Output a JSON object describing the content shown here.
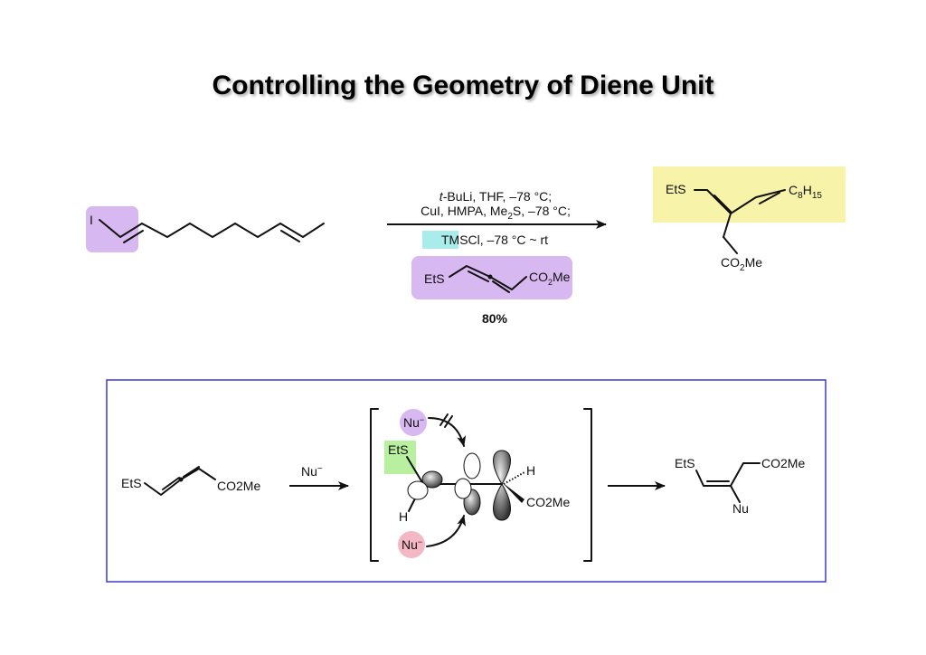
{
  "title": "Controlling the Geometry of Diene Unit",
  "top_reaction": {
    "substrate_atom": "I",
    "conditions_line1_prefix": "t",
    "conditions_line1": "-BuLi, THF, –78 °C;",
    "conditions_line2_a": "CuI, HMPA, Me",
    "conditions_line2_sub": "2",
    "conditions_line2_b": "S, –78 °C;",
    "tmscl": "TMSCl",
    "conditions_line3": ", –78 °C ~ rt",
    "reagent_ets": "EtS",
    "reagent_co2me_a": "CO",
    "reagent_co2me_sub": "2",
    "reagent_co2me_b": "Me",
    "yield": "80%",
    "product_ets": "EtS",
    "product_c": "C",
    "product_c_sub": "8",
    "product_h": "H",
    "product_h_sub": "15",
    "product_co2me_a": "CO",
    "product_co2me_sub": "2",
    "product_co2me_b": "Me"
  },
  "mechanism": {
    "start_ets": "EtS",
    "start_co2me": "CO2Me",
    "nucleophile_label": "Nu",
    "minus": "−",
    "ts_ets": "EtS",
    "ts_h_left": "H",
    "ts_h_right": "H",
    "ts_co2me": "CO2Me",
    "nu_top": "Nu",
    "nu_bottom": "Nu",
    "product_ets": "EtS",
    "product_co2me": "CO2Me",
    "product_nu": "Nu"
  },
  "colors": {
    "purple": "#d8b8f0",
    "cyan": "#a8ecec",
    "yellow": "#f7f3a8",
    "green": "#b8f0a0",
    "pink": "#f4b8c4",
    "frame": "#3a3ad0"
  }
}
